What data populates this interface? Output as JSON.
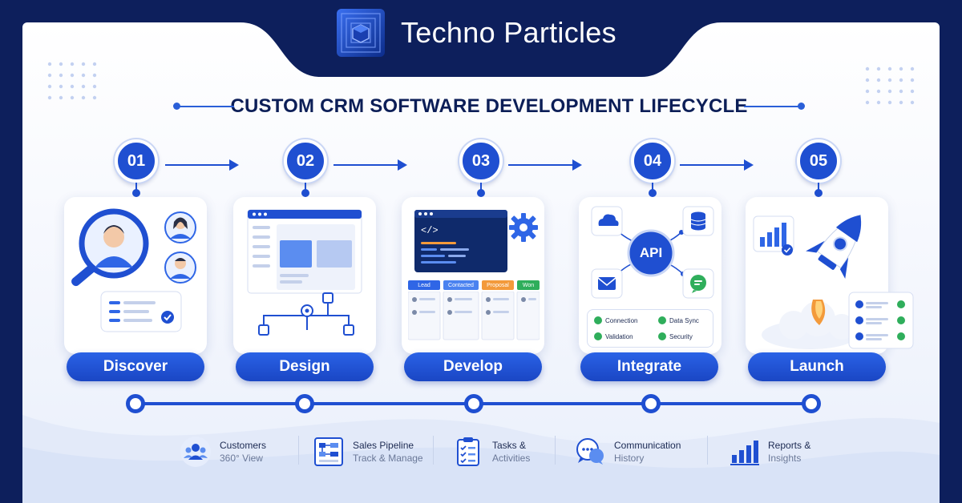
{
  "brand": {
    "name": "Techno Particles"
  },
  "title": "CUSTOM CRM SOFTWARE DEVELOPMENT LIFECYCLE",
  "colors": {
    "primary": "#1f4fd1",
    "navy": "#0d1f5c",
    "green": "#2fae5b",
    "orange": "#f39a3b"
  },
  "steps": [
    {
      "number": "01",
      "label": "Discover",
      "icon": "magnifier-user-icon"
    },
    {
      "number": "02",
      "label": "Design",
      "icon": "wireframe-icon"
    },
    {
      "number": "03",
      "label": "Develop",
      "icon": "code-editor-icon"
    },
    {
      "number": "04",
      "label": "Integrate",
      "icon": "api-hub-icon"
    },
    {
      "number": "05",
      "label": "Launch",
      "icon": "rocket-icon"
    }
  ],
  "develop_card": {
    "code_tag": "</>",
    "columns": [
      "Lead",
      "Contacted",
      "Proposal",
      "Won"
    ]
  },
  "integrate_card": {
    "hub": "API",
    "checks": [
      "Connection",
      "Data Sync",
      "Validation",
      "Security"
    ]
  },
  "features": [
    {
      "title": "Customers",
      "subtitle": "360° View",
      "icon": "users-icon"
    },
    {
      "title": "Sales Pipeline",
      "subtitle": "Track & Manage",
      "icon": "pipeline-icon"
    },
    {
      "title": "Tasks &",
      "subtitle": "Activities",
      "icon": "checklist-icon"
    },
    {
      "title": "Communication",
      "subtitle": "History",
      "icon": "chat-icon"
    },
    {
      "title": "Reports &",
      "subtitle": "Insights",
      "icon": "bar-chart-icon"
    }
  ]
}
